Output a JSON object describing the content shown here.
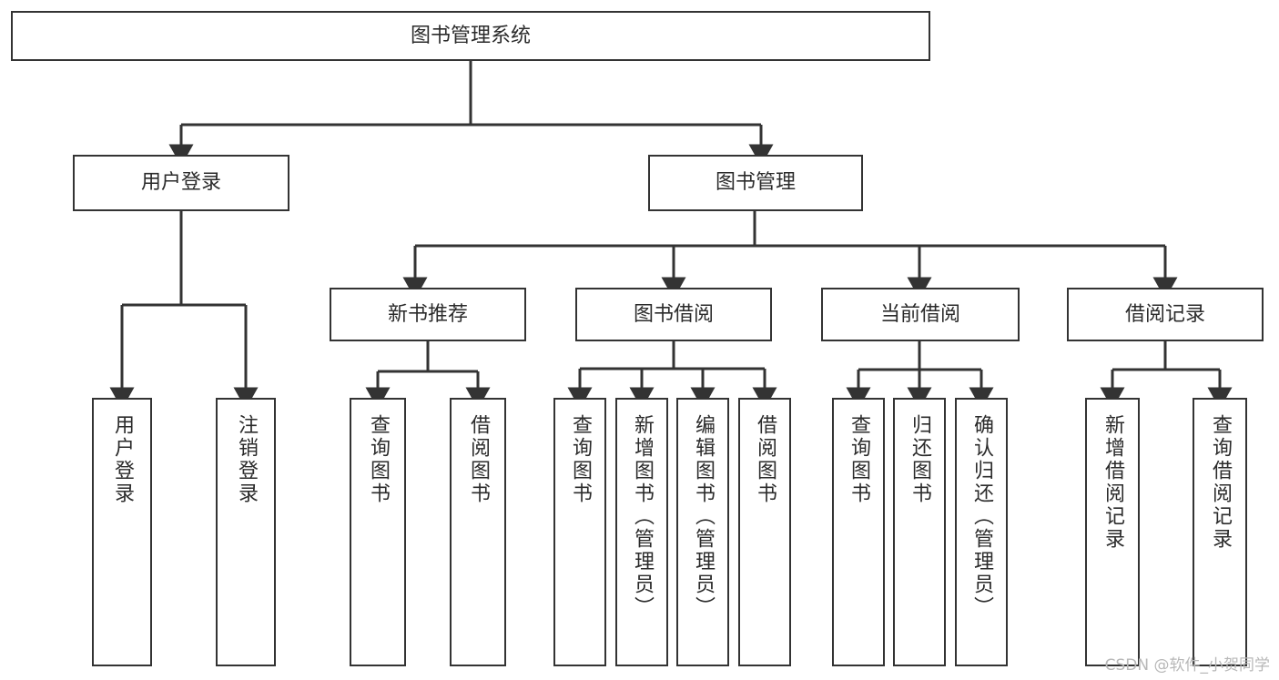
{
  "diagram": {
    "title": "图书管理系统",
    "type": "tree-hierarchy",
    "watermark": "CSDN @软件_小贺同学",
    "colors": {
      "box_border": "#333333",
      "box_fill": "#ffffff",
      "line": "#333333",
      "text": "#2b2b2b",
      "watermark": "#b8b8b8",
      "background": "#ffffff"
    },
    "root": {
      "label": "图书管理系统"
    },
    "level2": [
      {
        "label": "用户登录"
      },
      {
        "label": "图书管理"
      }
    ],
    "level3": [
      {
        "label": "新书推荐"
      },
      {
        "label": "图书借阅"
      },
      {
        "label": "当前借阅"
      },
      {
        "label": "借阅记录"
      }
    ],
    "leaves": {
      "user_login": [
        {
          "label": "用户登录"
        },
        {
          "label": "注销登录"
        }
      ],
      "new_book_recommend": [
        {
          "label": "查询图书"
        },
        {
          "label": "借阅图书"
        }
      ],
      "book_borrow": [
        {
          "label": "查询图书"
        },
        {
          "label": "新增图书（管理员）"
        },
        {
          "label": "编辑图书（管理员）"
        },
        {
          "label": "借阅图书"
        }
      ],
      "current_borrow": [
        {
          "label": "查询图书"
        },
        {
          "label": "归还图书"
        },
        {
          "label": "确认归还（管理员）"
        }
      ],
      "borrow_record": [
        {
          "label": "新增借阅记录"
        },
        {
          "label": "查询借阅记录"
        }
      ]
    }
  }
}
